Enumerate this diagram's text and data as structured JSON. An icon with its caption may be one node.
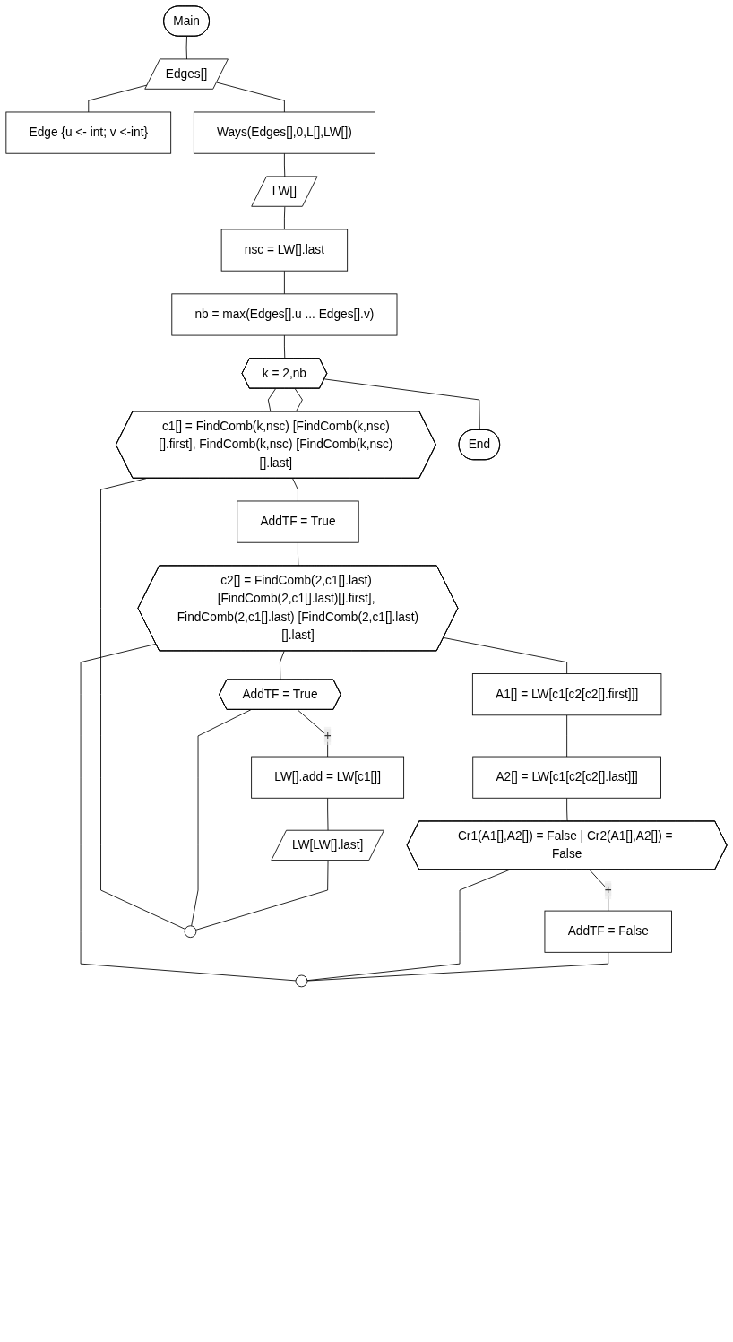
{
  "diagram": {
    "nodes": [
      {
        "text": [
          "Main"
        ]
      },
      {
        "text": [
          "Edges[]"
        ]
      },
      {
        "text": [
          "Edge {u <- int; v <-int}"
        ]
      },
      {
        "text": [
          "Ways(Edges[],0,L[],LW[])"
        ]
      },
      {
        "text": [
          "LW[]"
        ]
      },
      {
        "text": [
          "nsc = LW[].last"
        ]
      },
      {
        "text": [
          "nb = max(Edges[].u ... Edges[].v)"
        ]
      },
      {
        "text": [
          "k = 2,nb"
        ]
      },
      {
        "text": [
          "c1[] = FindComb(k,nsc) [FindComb(k,nsc)[].first], FindComb(k,nsc) [FindComb(k,nsc)[].last]"
        ]
      },
      {
        "text": [
          "AddTF = True"
        ]
      },
      {
        "text": [
          "c2[] = FindComb(2,c1[].last) [FindComb(2,c1[].last)[].first], FindComb(2,c1[].last) [FindComb(2,c1[].last)[].last]"
        ]
      },
      {
        "text": [
          "A1[] = LW[c1[c2[c2[].first]]]"
        ]
      },
      {
        "text": [
          "A2[] = LW[c1[c2[c2[].last]]]"
        ]
      },
      {
        "text": [
          "Cr1(A1[],A2[]) = False | Cr2(A1[],A2[]) = False"
        ]
      },
      {
        "text": [
          "AddTF = False"
        ]
      },
      {
        "text": [],
        "shape": "circle"
      },
      {
        "text": [
          "AddTF = True"
        ]
      },
      {
        "text": [
          "LW[].add = LW[c1[]]"
        ]
      },
      {
        "text": [
          "LW[LW[].last]"
        ]
      },
      {
        "text": [],
        "shape": "circle"
      },
      {
        "text": [
          "End"
        ]
      }
    ],
    "edges": [
      {
        "from": 0,
        "to": 1,
        "arrow": "none"
      },
      {
        "from": 1,
        "to": 2,
        "arrow": "none"
      },
      {
        "from": 1,
        "to": 3,
        "arrow": "none"
      },
      {
        "from": 3,
        "to": 4,
        "arrow": "none"
      },
      {
        "from": 4,
        "to": 5,
        "arrow": "none"
      },
      {
        "from": 5,
        "to": 6,
        "arrow": "none"
      },
      {
        "from": 6,
        "to": 7,
        "arrow": "none"
      },
      {
        "from": 7,
        "to": 8,
        "arrow": "none"
      },
      {
        "from": 8,
        "to": 9,
        "arrow": "none"
      },
      {
        "from": 9,
        "to": 10,
        "arrow": "none"
      },
      {
        "from": 10,
        "to": 11,
        "arrow": "none"
      },
      {
        "from": 11,
        "to": 12,
        "arrow": "none"
      },
      {
        "from": 12,
        "to": 13,
        "arrow": "none"
      },
      {
        "from": 13,
        "to": 14,
        "label": "+",
        "arrow": "none"
      },
      {
        "from": 14,
        "to": 15,
        "arrow": "none"
      },
      {
        "from": 13,
        "to": 15,
        "arrow": "none"
      },
      {
        "from": 15,
        "to": 10,
        "arrow": "none"
      },
      {
        "from": 10,
        "to": 16,
        "arrow": "none"
      },
      {
        "from": 16,
        "to": 17,
        "label": "+",
        "arrow": "none"
      },
      {
        "from": 17,
        "to": 18,
        "arrow": "none"
      },
      {
        "from": 18,
        "to": 19,
        "arrow": "none"
      },
      {
        "from": 16,
        "to": 19,
        "arrow": "none"
      },
      {
        "from": 19,
        "to": 8,
        "arrow": "none"
      },
      {
        "from": 8,
        "to": 7,
        "arrow": "none"
      },
      {
        "from": 7,
        "to": 20,
        "arrow": "none"
      }
    ]
  }
}
